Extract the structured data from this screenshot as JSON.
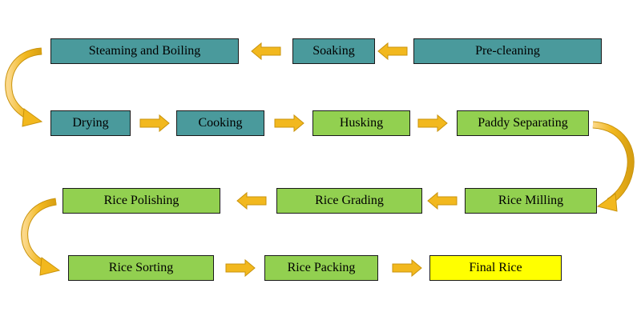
{
  "colors": {
    "teal": "#4a9a9c",
    "green": "#92d050",
    "yellow": "#ffff00",
    "arrow": "#f2b81e",
    "arrow_edge": "#c9930c"
  },
  "steps": {
    "pre_cleaning": "Pre-cleaning",
    "soaking": "Soaking",
    "steaming_boiling": "Steaming and Boiling",
    "drying": "Drying",
    "cooking": "Cooking",
    "husking": "Husking",
    "paddy_separating": "Paddy Separating",
    "rice_milling": "Rice Milling",
    "rice_grading": "Rice Grading",
    "rice_polishing": "Rice Polishing",
    "rice_sorting": "Rice Sorting",
    "rice_packing": "Rice Packing",
    "final_rice": "Final Rice"
  }
}
